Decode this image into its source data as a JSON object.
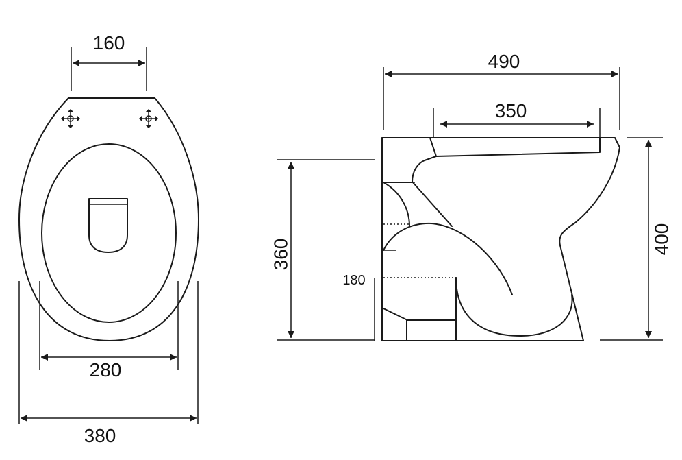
{
  "top_view": {
    "dimensions": {
      "seat_fixing_spacing": "160",
      "inner_bowl_width": "280",
      "overall_width": "380"
    }
  },
  "side_view": {
    "dimensions": {
      "overall_length": "490",
      "seat_length": "350",
      "bowl_rim_height": "360",
      "outlet_height": "180",
      "overall_height": "400"
    }
  }
}
